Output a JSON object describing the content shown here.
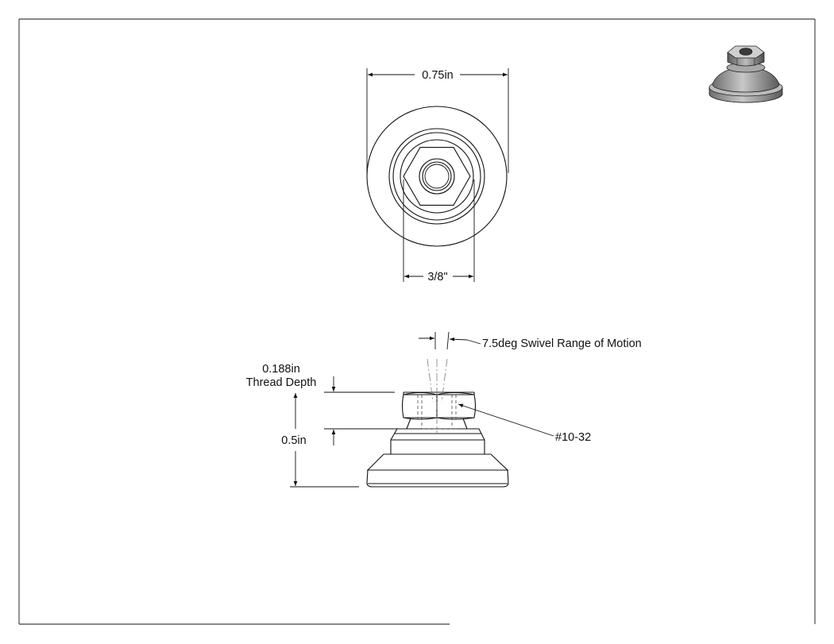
{
  "dimensions": {
    "top_diameter": "0.75in",
    "hex_size": "3/8\"",
    "swivel": "7.5deg Swivel Range of Motion",
    "thread_depth_value": "0.188in",
    "thread_depth_label": "Thread Depth",
    "height": "0.5in",
    "thread": "#10-32"
  },
  "colors": {
    "line": "#111111",
    "render_body": "#8a8a8a",
    "render_highlight": "#d0d0d0",
    "render_shadow": "#4a4a4a"
  },
  "icons": {
    "iso_preview": "leveling-mount-3d-icon"
  }
}
